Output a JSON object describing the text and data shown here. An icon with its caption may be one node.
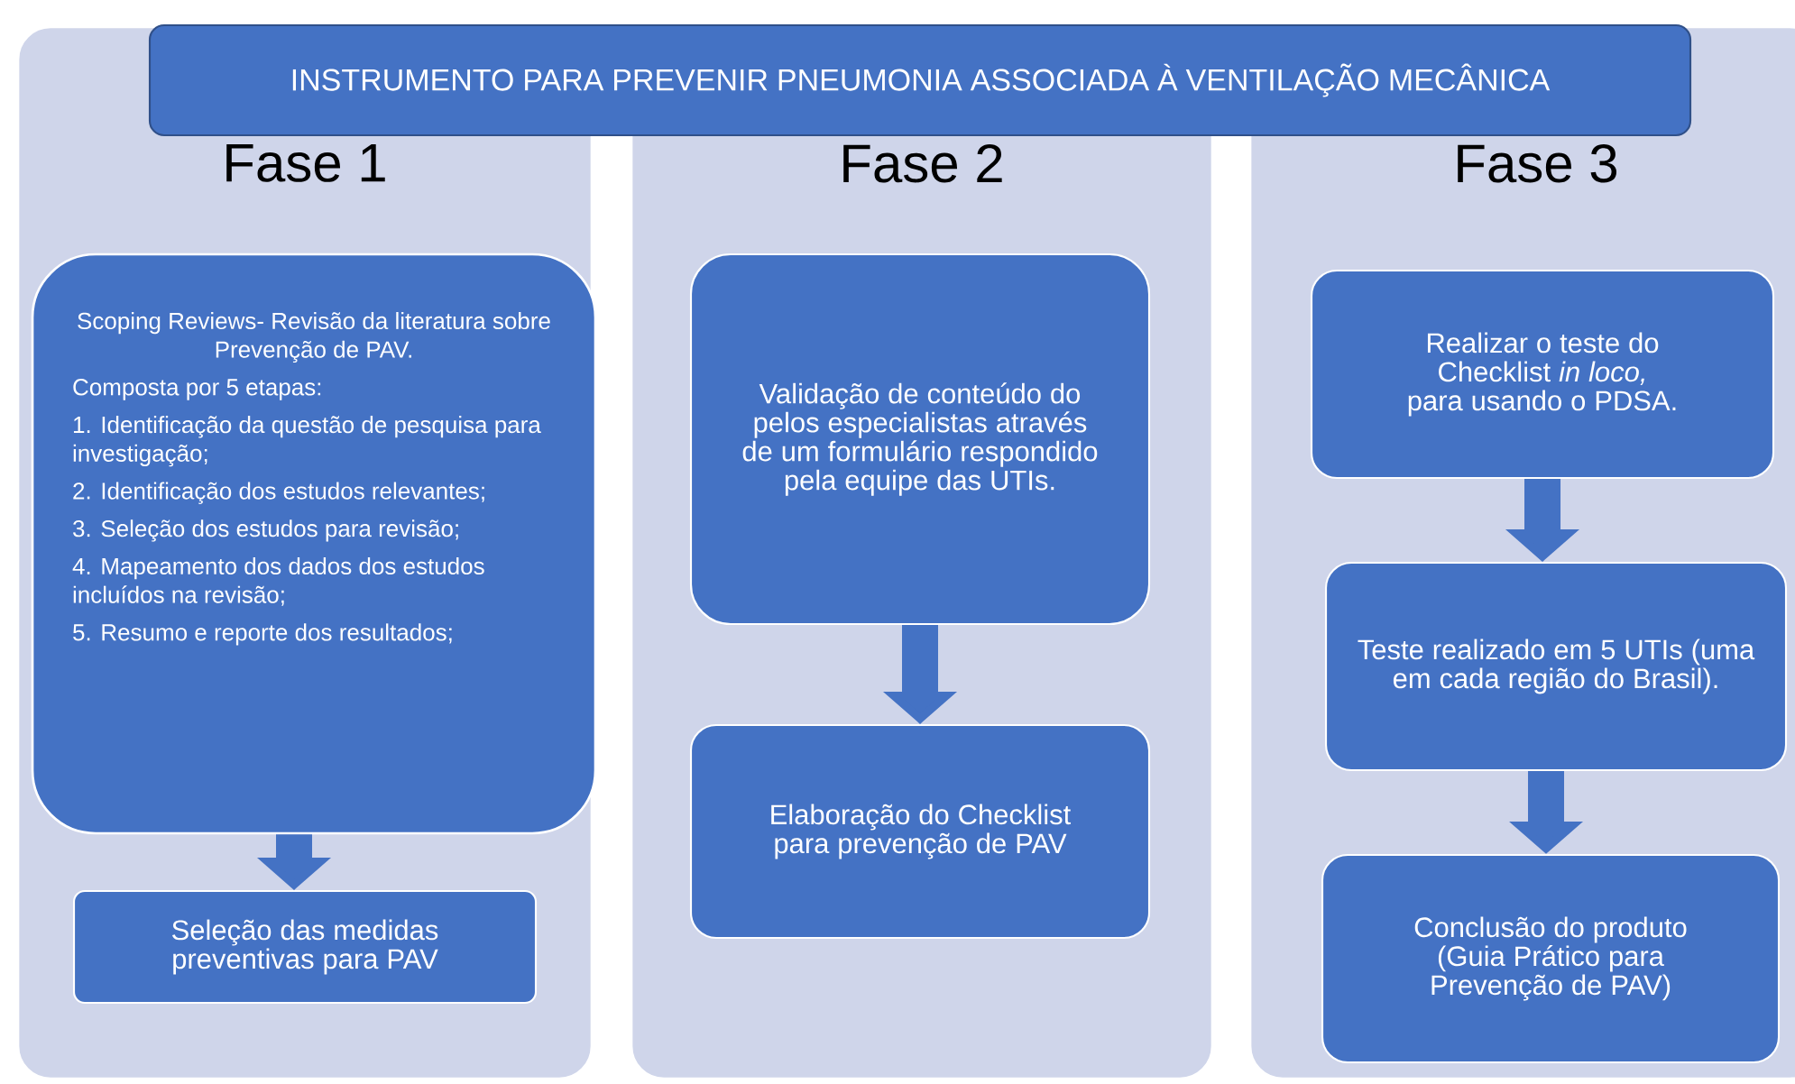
{
  "diagram": {
    "nodes": [
      {
        "text": [
          "INSTRUMENTO PARA PREVENIR PNEUMONIA ASSOCIADA À VENTILAÇÃO MECÂNICA"
        ]
      },
      {
        "text": [
          "Fase 1"
        ]
      },
      {
        "text": [
          "Fase 2"
        ]
      },
      {
        "text": [
          "Fase 3"
        ]
      },
      {
        "text": [
          "Scoping Reviews- Revisão da literatura sobre Prevenção de PAV.",
          "Composta por 5 etapas:",
          "1. Identificação da questão de pesquisa para investigação;",
          "2. Identificação dos estudos relevantes;",
          "3. Seleção dos estudos para revisão;",
          "4. Mapeamento dos dados dos estudos incluídos na revisão;",
          "5. Resumo e reporte dos resultados;"
        ],
        "in": 1
      },
      {
        "text": [
          "Seleção das medidas preventivas para PAV"
        ],
        "in": 1
      },
      {
        "text": [
          "Validação de conteúdo do pelos especialistas através de um formulário respondido pela equipe das UTIs."
        ],
        "in": 2
      },
      {
        "text": [
          "Elaboração do Checklist para prevenção de PAV"
        ],
        "in": 2
      },
      {
        "text": [
          "Realizar o teste do Checklist *in loco,* para usando o PDSA."
        ],
        "in": 3
      },
      {
        "text": [
          "Teste realizado em 5 UTIs (uma em cada região do Brasil)."
        ],
        "in": 3
      },
      {
        "text": [
          "Conclusão do produto (Guia Prático para Prevenção de PAV)"
        ],
        "in": 3
      }
    ],
    "edges": [
      {
        "from": 4,
        "to": 5,
        "arrow": "to"
      },
      {
        "from": 6,
        "to": 7,
        "arrow": "to"
      },
      {
        "from": 8,
        "to": 9,
        "arrow": "to"
      },
      {
        "from": 9,
        "to": 10,
        "arrow": "to"
      }
    ]
  }
}
